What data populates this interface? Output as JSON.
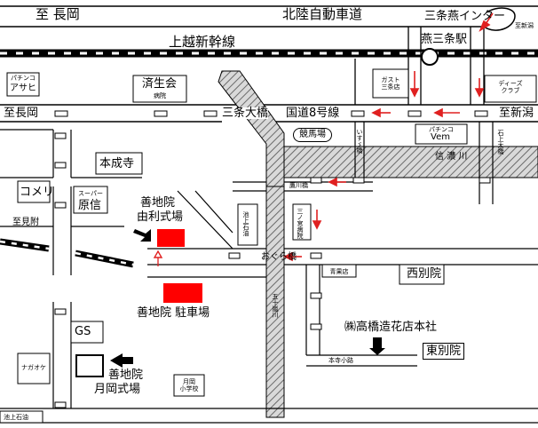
{
  "top": {
    "to_nagaoka_top": "至 長岡",
    "hokuriku_expressway": "北陸自動車道",
    "sanjo_tsubame_ic": "三条燕インター",
    "to_niigata_small": "至新潟"
  },
  "railways": {
    "joetsu_shinkansen": "上越新幹線",
    "tsubame_sanjo_station": "燕三条駅"
  },
  "stores": {
    "pachinko_asahi_small": "パチンコ",
    "pachinko_asahi": "アサヒ",
    "gusto": "ガスト\n三条店",
    "deeds_club": "ディーズ\nクラブ",
    "pachinko_vem_small": "パチンコ",
    "pachinko_vem": "Vem",
    "supermarket_small": "スーパー",
    "supermarket": "原信",
    "komeri": "コメリ",
    "gs": "GS",
    "nagaoke": "ナガオケ",
    "aoyagi": "青果店"
  },
  "places": {
    "saiseikai": "済生会",
    "saiseikai_hospital": "病院",
    "honjoji": "本成寺",
    "keibajo": "競馬場",
    "nishi_betsuin": "西別院",
    "higashi_betsuin": "東別院",
    "tsukioka_school": "月岡\n小学校",
    "ikegami_ishiyu": "池上石油",
    "sannomiya_hospital": "三ノ宮病院"
  },
  "roads": {
    "to_nagaoka_mid": "至長岡",
    "sanjo_ohashi": "三条大橋",
    "route8": "国道8号線",
    "to_niigata": "至新潟",
    "to_mitsuke": "至見附",
    "ishigami_ohashi": "石上大橋",
    "shinano_river": "信 濃 川",
    "takagawa_bridge": "鷹川橋",
    "ogura_bridge": "おぐら橋",
    "isuzu_bridge": "いすゞ橋",
    "gojuarashi_river": "五十嵐川",
    "honji_koji": "本寺小路",
    "ikegami_stone": "池上石油"
  },
  "venues": {
    "yuri_hall_line1": "善地院",
    "yuri_hall_line2": "由利式場",
    "parking": "善地院 駐車場",
    "tsukioka_hall_line1": "善地院",
    "tsukioka_hall_line2": "月岡式場",
    "takahashi_florist": "㈱高橋造花店本社"
  },
  "colors": {
    "venue_red": "#ff0000",
    "arrow_red": "#e02020",
    "line": "#000000",
    "river": "#9a9a9a"
  }
}
